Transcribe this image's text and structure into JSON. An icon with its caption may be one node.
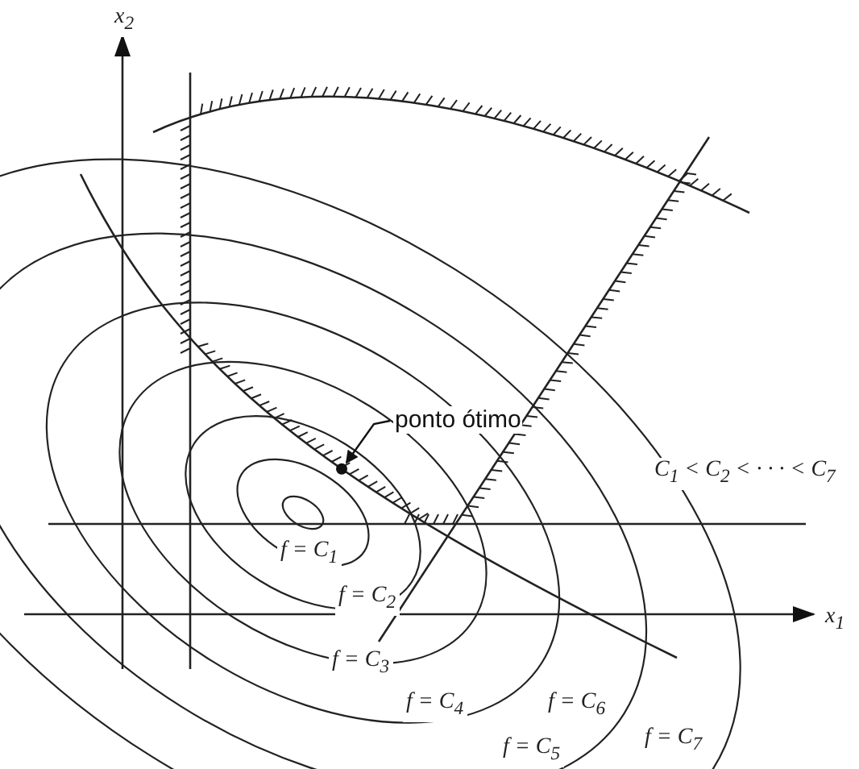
{
  "diagram": {
    "nodes": [
      {
        "text": [
          "ponto ótimo"
        ]
      },
      {
        "text": [],
        "shape": "circle"
      }
    ],
    "edges": [
      {
        "from": 0,
        "to": 1,
        "arrow": "to"
      }
    ],
    "labels": [
      "x$_{2}$",
      "C$_{1}$ < C$_{2}$ < · · · < C$_{7}$",
      "f = C$_{1}$",
      "f = C$_{2}$",
      "x$_{1}$",
      "f = C$_{3}$",
      "f = C$_{4}$",
      "f = C$_{6}$",
      "f = C$_{5}$",
      "f = C$_{7}$"
    ]
  }
}
